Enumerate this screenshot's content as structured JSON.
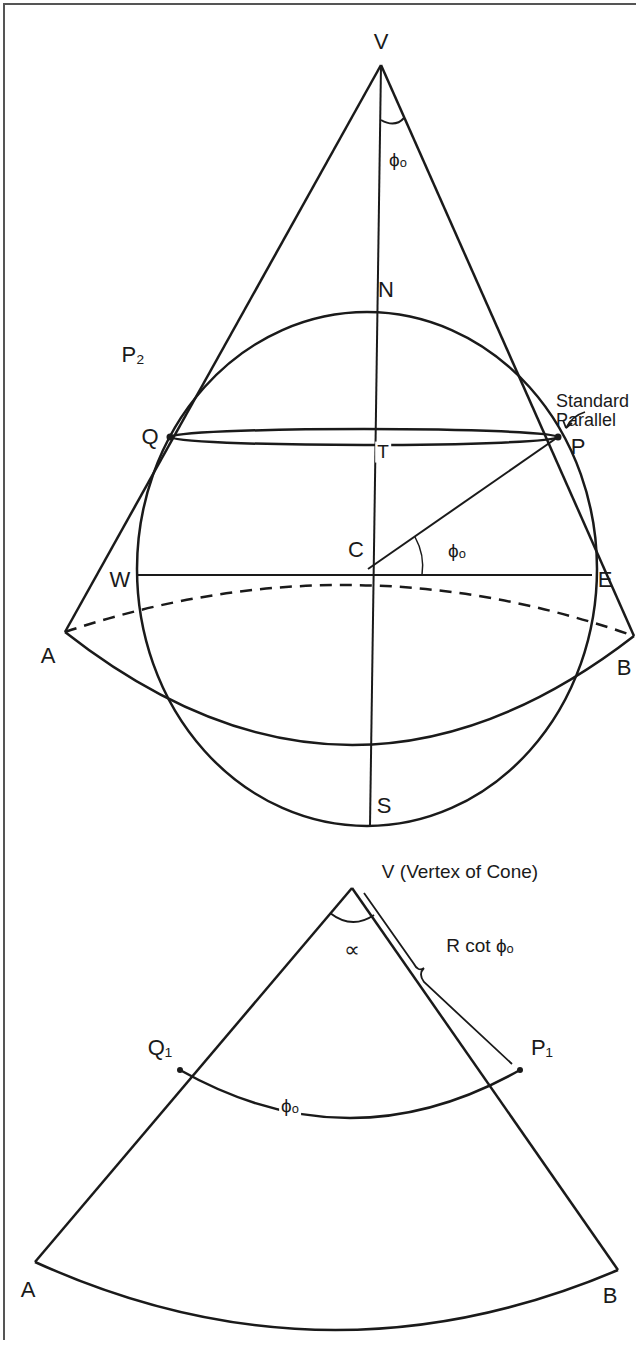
{
  "diagram": {
    "labels": [
      "V",
      "ϕₒ",
      "N",
      "P₂",
      "Standard Parallel",
      "Q",
      "T",
      "P",
      "C",
      "ϕₒ",
      "W",
      "E",
      "A",
      "B",
      "S",
      "V (Vertex of Cone)",
      "∝",
      "R cot ϕₒ",
      "Q₁",
      "P₁",
      "ϕₒ",
      "A",
      "B"
    ]
  }
}
